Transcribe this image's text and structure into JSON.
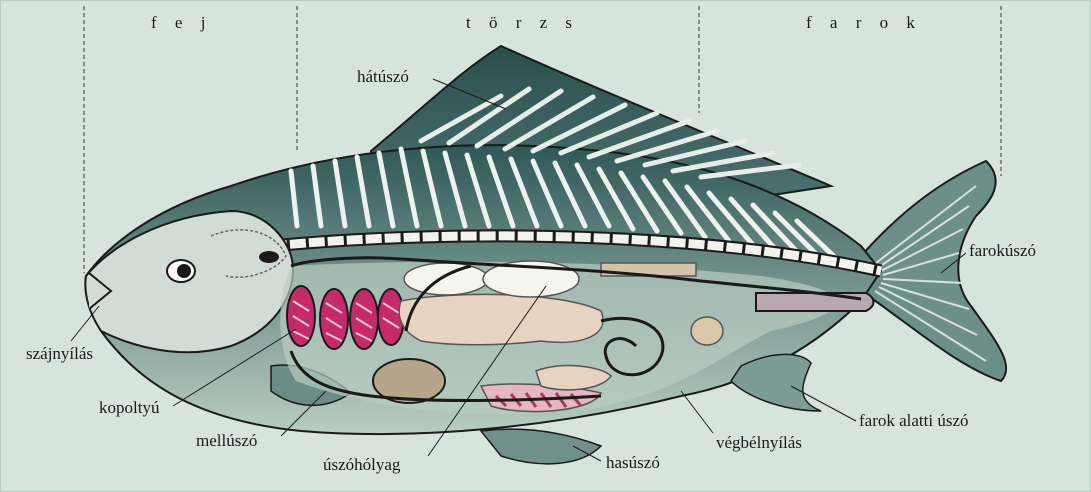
{
  "regions": {
    "head": "f e j",
    "trunk": "t ö r z s",
    "tail": "f a r o k"
  },
  "labels": {
    "dorsal_fin": "hátúszó",
    "tail_fin": "farokúszó",
    "mouth": "szájnyílás",
    "gills": "kopoltyú",
    "pectoral_fin": "mellúszó",
    "swim_bladder": "úszóhólyag",
    "pelvic_fin": "hasúszó",
    "anus": "végbélnyílás",
    "anal_fin": "farok alatti úszó"
  },
  "colors": {
    "background": "#d7e4dd",
    "body_upper": "#3e6765",
    "body_lower": "#aec3b8",
    "head": "#cfd9d4",
    "gills": "#c62a6a",
    "organ_pale": "#e8d3c0",
    "bladder": "#f5f5f0"
  }
}
